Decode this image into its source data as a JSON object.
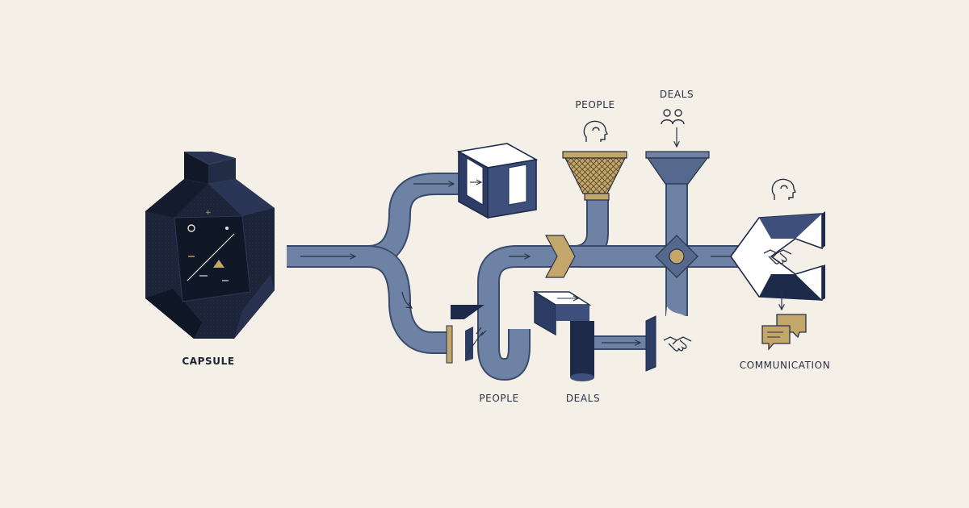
{
  "labels": {
    "capsule": "CAPSULE",
    "people_top": "PEOPLE",
    "deals_top": "DEALS",
    "people_bottom": "PEOPLE",
    "deals_bottom": "DEALS",
    "communication": "COMMUNICATION"
  },
  "colors": {
    "background": "#f4f0e8",
    "pipe": "#6e82a6",
    "pipe_edge": "#3a4a6b",
    "navy": "#1d2a4a",
    "capsule": "#1b2337",
    "gold": "#c2a66a",
    "ink": "#2a3142"
  },
  "icons": [
    "head-icon",
    "people-icon",
    "handshake-icon",
    "chat-bubbles-icon",
    "arrow-icon"
  ]
}
